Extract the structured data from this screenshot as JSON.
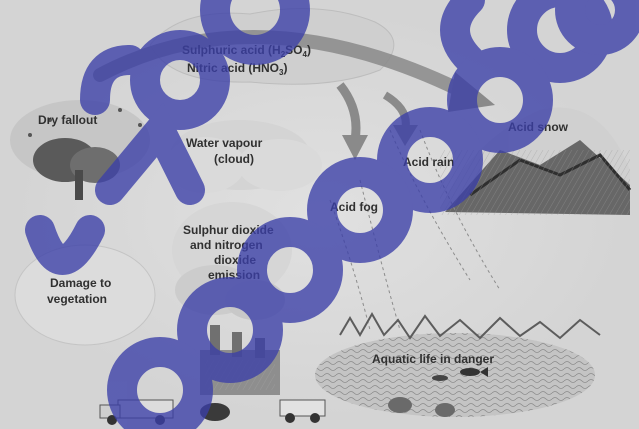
{
  "diagram": {
    "labels": {
      "acids_line1": "Sulphuric acid (H",
      "acids_line1_sub": "2",
      "acids_line1_mid": "SO",
      "acids_line1_sub2": "4",
      "acids_line1_end": ")",
      "acids_line2": "Nitric acid (HNO",
      "acids_line2_sub": "3",
      "acids_line2_end": ")",
      "dry_fallout": "Dry fallout",
      "water_vapour_1": "Water vapour",
      "water_vapour_2": "(cloud)",
      "acid_snow": "Acid snow",
      "acid_rain": "Acid rain",
      "acid_fog": "Acid fog",
      "emission_1": "Sulphur dioxide",
      "emission_2": "and nitrogen",
      "emission_3": "dioxide",
      "emission_4": "emission",
      "damage_1": "Damage to",
      "damage_2": "vegetation",
      "aquatic": "Aquatic life in danger"
    },
    "colors": {
      "watermark": "#3b3fa8",
      "arrow": "#7a7a7a",
      "label": "#303030"
    },
    "icons": [
      "tree-icon",
      "mountain-icon",
      "factory-icon",
      "truck-icon",
      "car-icon",
      "fish-icon",
      "frog-icon"
    ]
  }
}
